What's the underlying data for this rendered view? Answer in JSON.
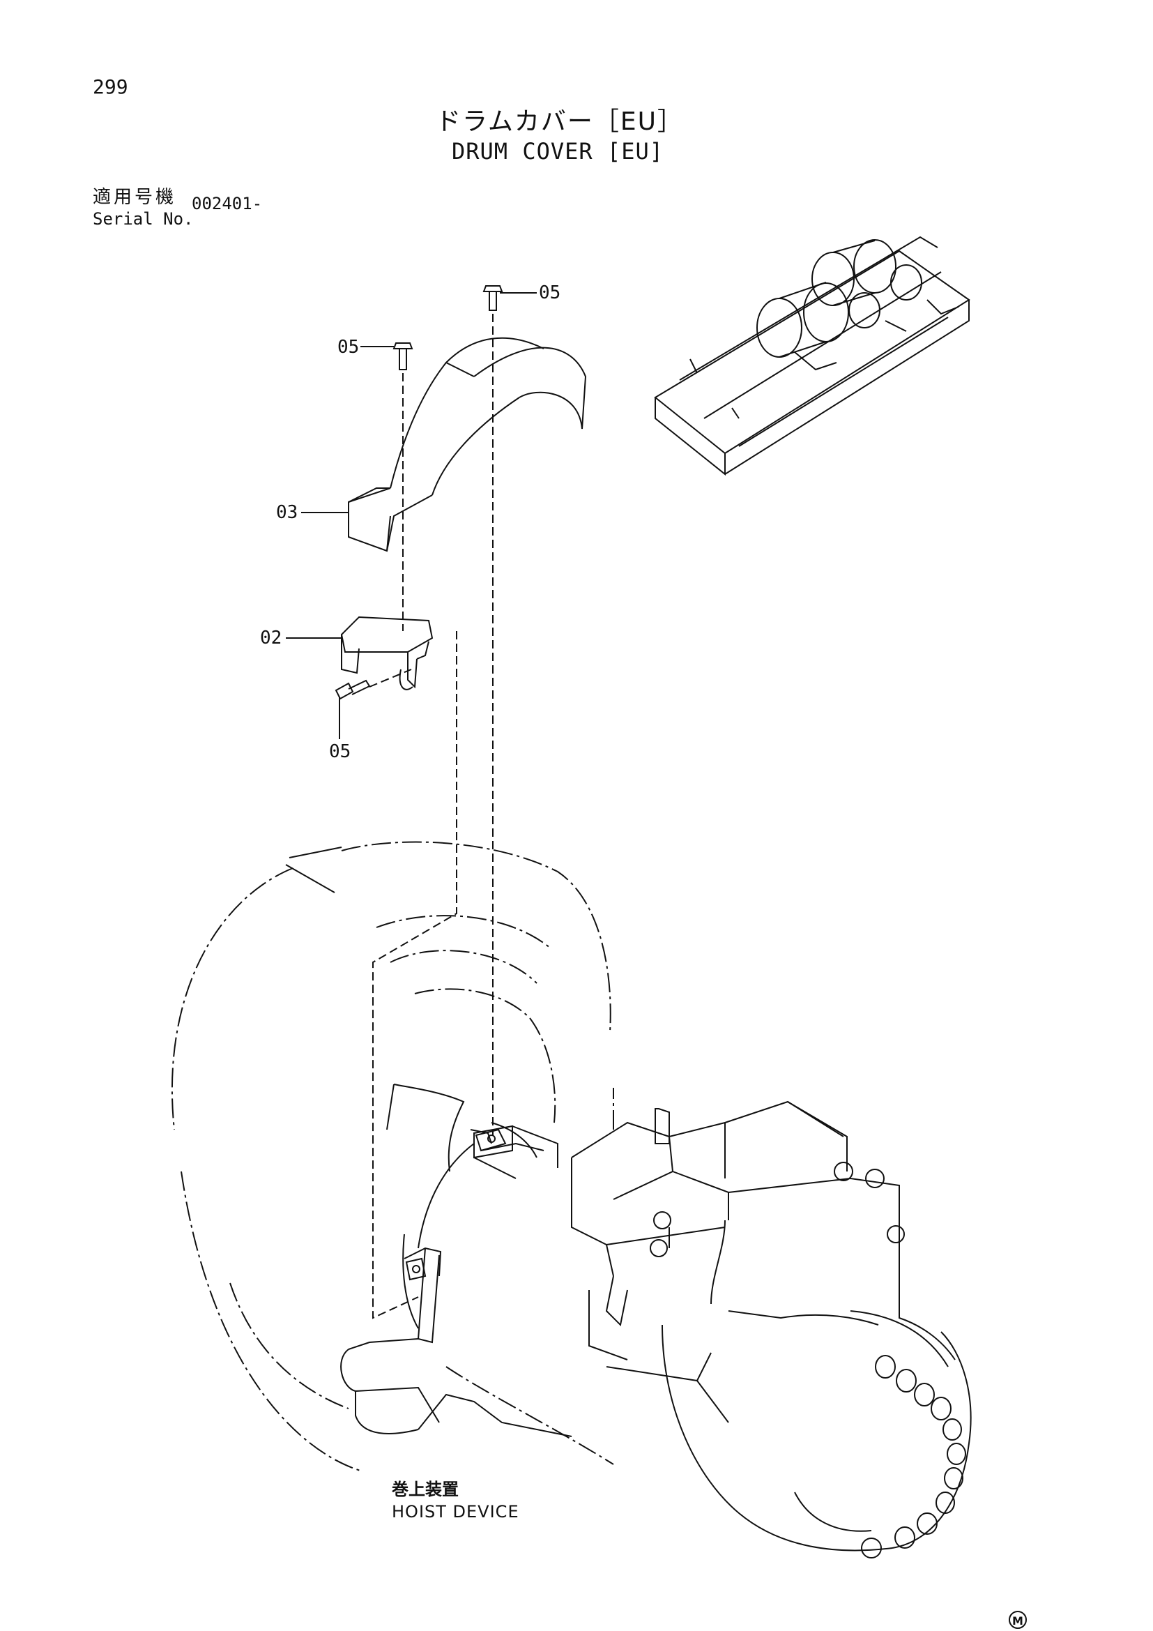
{
  "header": {
    "page_number": "299",
    "title_jp": "ドラムカバー［EU］",
    "title_en": "DRUM COVER [EU]"
  },
  "serial": {
    "label_jp": "適用号機",
    "label_en": "Serial No.",
    "value": "002401-"
  },
  "callouts": {
    "part_05_top": "05",
    "part_05_left": "05",
    "part_03": "03",
    "part_02": "02",
    "part_05_bottom": "05"
  },
  "device": {
    "label_jp": "巻上装置",
    "label_en": "HOIST DEVICE"
  },
  "footer": {
    "mark": "M"
  },
  "icons": [
    "drum-cover-diagram-icon",
    "location-inset-icon"
  ]
}
